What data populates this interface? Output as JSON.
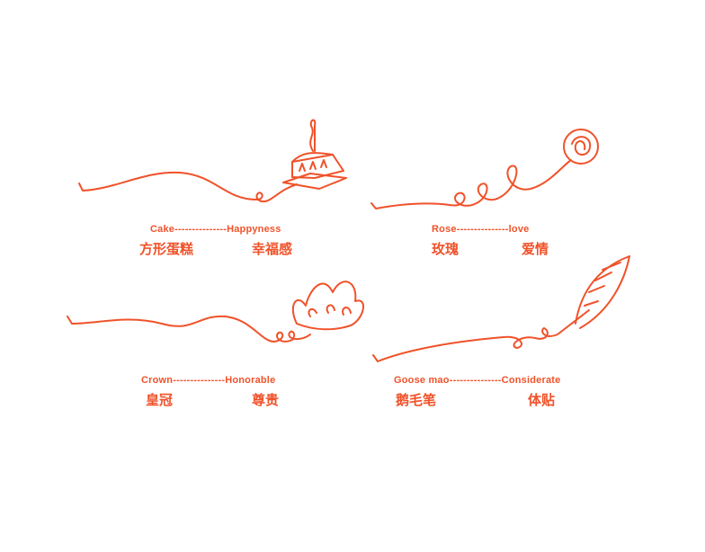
{
  "accent_color": "#f0522a",
  "items": [
    {
      "icon": "cake-icon",
      "english_left": "Cake",
      "english_right": "Happyness",
      "connector": "---------------",
      "chinese_left": "方形蛋糕",
      "chinese_right": "幸福感"
    },
    {
      "icon": "rose-icon",
      "english_left": "Rose",
      "english_right": "love",
      "connector": "---------------",
      "chinese_left": "玫瑰",
      "chinese_right": "爱情"
    },
    {
      "icon": "crown-icon",
      "english_left": "Crown",
      "english_right": "Honorable",
      "connector": "---------------",
      "chinese_left": "皇冠",
      "chinese_right": "尊贵"
    },
    {
      "icon": "feather-quill-icon",
      "english_left": "Goose mao",
      "english_right": "Considerate",
      "connector": "---------------",
      "chinese_left": "鹅毛笔",
      "chinese_right": "体贴"
    }
  ]
}
